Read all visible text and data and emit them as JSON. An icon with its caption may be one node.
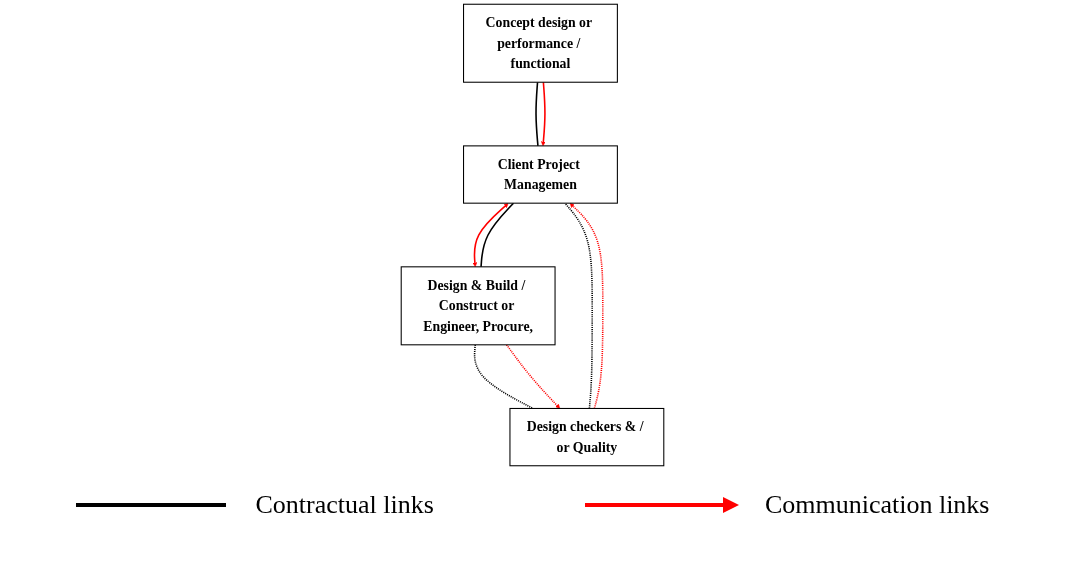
{
  "diagram": {
    "nodes": [
      {
        "text": [
          "Client Project Managemen"
        ]
      },
      {
        "text": [
          "Concept design or performance / functional"
        ]
      },
      {
        "text": [
          "Design checkers & / or Quality"
        ]
      },
      {
        "text": [
          "Design & Build / Construct or Engineer, Procure,"
        ]
      }
    ],
    "edges": [
      {
        "from": 1,
        "to": 0,
        "arrow": "none"
      },
      {
        "from": 1,
        "to": 0,
        "arrow": "to",
        "color": "#ff0000"
      },
      {
        "from": 2,
        "to": 0,
        "arrow": "none",
        "style": "dashed"
      },
      {
        "from": 2,
        "to": 0,
        "arrow": "to",
        "style": "dashed",
        "color": "#ff0000"
      },
      {
        "from": 3,
        "to": 0,
        "arrow": "none"
      },
      {
        "from": 0,
        "to": 3,
        "arrow": "both",
        "color": "#ff0000"
      },
      {
        "from": 3,
        "to": 2,
        "arrow": "none",
        "style": "dashed"
      },
      {
        "from": 3,
        "to": 2,
        "arrow": "to",
        "style": "dashed",
        "color": "#ff0000"
      }
    ],
    "legend": [
      {
        "text": "Contractual links"
      },
      {
        "text": "Communication links"
      }
    ]
  }
}
